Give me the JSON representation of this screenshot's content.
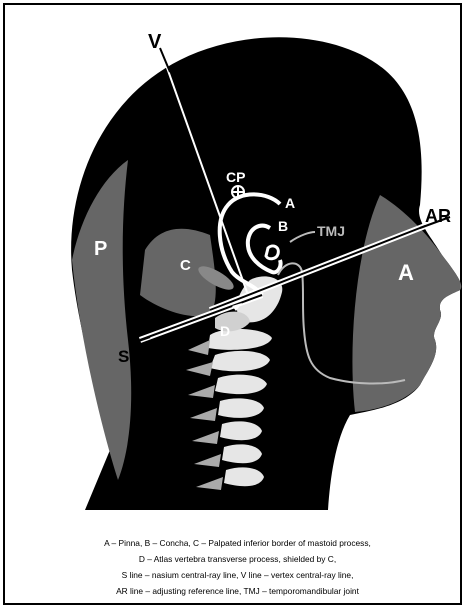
{
  "labels": {
    "v": "V",
    "cp": "CP",
    "a_pinna": "A",
    "b_concha": "B",
    "tmj": "TMJ",
    "ar": "AR",
    "p": "P",
    "c": "C",
    "a_face": "A",
    "s": "S",
    "d": "D"
  },
  "caption": {
    "line1": "A – Pinna, B – Concha, C – Palpated inferior border of mastoid process,",
    "line2": "D – Atlas vertebra transverse process, shielded by C,",
    "line3": "S line – nasium central-ray line, V line – vertex central-ray line,",
    "line4": "AR line – adjusting reference line, TMJ – temporomandibular joint"
  },
  "colors": {
    "black": "#000000",
    "gray": "#666666",
    "white": "#ffffff"
  }
}
